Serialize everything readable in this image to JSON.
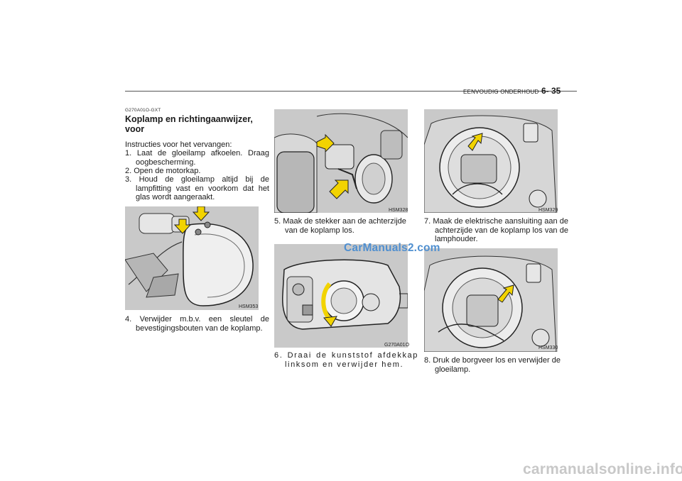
{
  "header": {
    "section": "EENVOUDIG ONDERHOUD",
    "page": "6- 35"
  },
  "col1": {
    "code": "G270A01O-GXT",
    "title": "Koplamp en richtingaanwijzer, voor",
    "intro": "Instructies voor het vervangen:",
    "steps": [
      "1. Laat de gloeilamp afkoelen. Draag oogbescherming.",
      "2. Open de motorkap.",
      "3. Houd de gloeilamp altijd bij de lampfitting vast en voorkom dat het glas wordt aangeraakt."
    ],
    "image_code": "HSM353",
    "step4": "4. Verwijder m.b.v. een sleutel de bevestigingsbouten van de koplamp."
  },
  "col2": {
    "image1_code": "HSM328",
    "step5": "5. Maak de stekker aan de achterzijde van de koplamp los.",
    "image2_code": "G270A01O",
    "step6": "6. Draai de kunststof afdekkap linksom en verwijder hem."
  },
  "col3": {
    "image1_code": "HSM329",
    "step7": "7. Maak de elektrische aansluiting aan de achterzijde van de koplamp los van de lamphouder.",
    "image2_code": "HSM330",
    "step8": "8. Druk de borgveer los en verwijder de gloeilamp."
  },
  "watermarks": {
    "site": "CarManuals2.com",
    "bottom": "carmanualsonline.info"
  },
  "colors": {
    "arrow": "#f2d300",
    "photo": "#c9c9c9",
    "watermark_site": "#4f8fd0",
    "watermark_bottom": "#c8c8c8"
  }
}
